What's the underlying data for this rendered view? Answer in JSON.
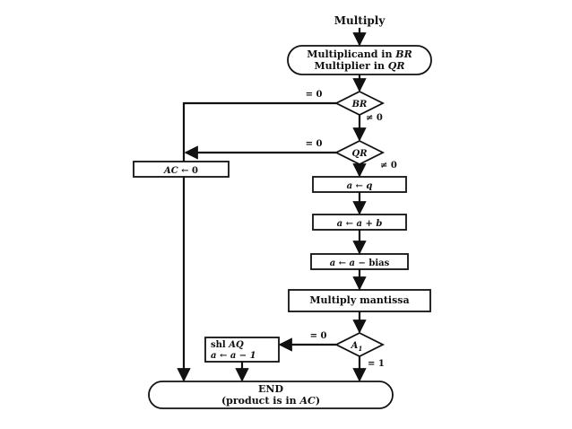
{
  "title": "Multiply",
  "start": {
    "line1_prefix": "Multiplicand in ",
    "line1_var": "BR",
    "line2_prefix": "Multiplier in ",
    "line2_var": "QR"
  },
  "decision_br": {
    "label": "BR",
    "zero": "= 0",
    "nonzero": "≠ 0"
  },
  "decision_qr": {
    "label": "QR",
    "zero": "= 0",
    "nonzero": "≠ 0"
  },
  "box_ac_clear": {
    "var": "AC",
    "rest": " ← 0"
  },
  "box_a_q": {
    "text": "a ← q"
  },
  "box_a_plus_b": {
    "text": "a ← a + b"
  },
  "box_a_bias": {
    "expr": "a ← a − ",
    "word": "bias"
  },
  "box_mantissa": {
    "text": "Multiply mantissa"
  },
  "decision_a1": {
    "label": "A",
    "sub": "1",
    "zero": "= 0",
    "one": "= 1"
  },
  "box_shift": {
    "line1_prefix": "shl ",
    "line1_var": "AQ",
    "line2": "a ← a − 1"
  },
  "end": {
    "line1": "END",
    "line2_prefix": "(product is in ",
    "line2_var": "AC",
    "line2_suffix": ")"
  },
  "colors": {
    "stroke": "#111111",
    "background": "#ffffff"
  }
}
